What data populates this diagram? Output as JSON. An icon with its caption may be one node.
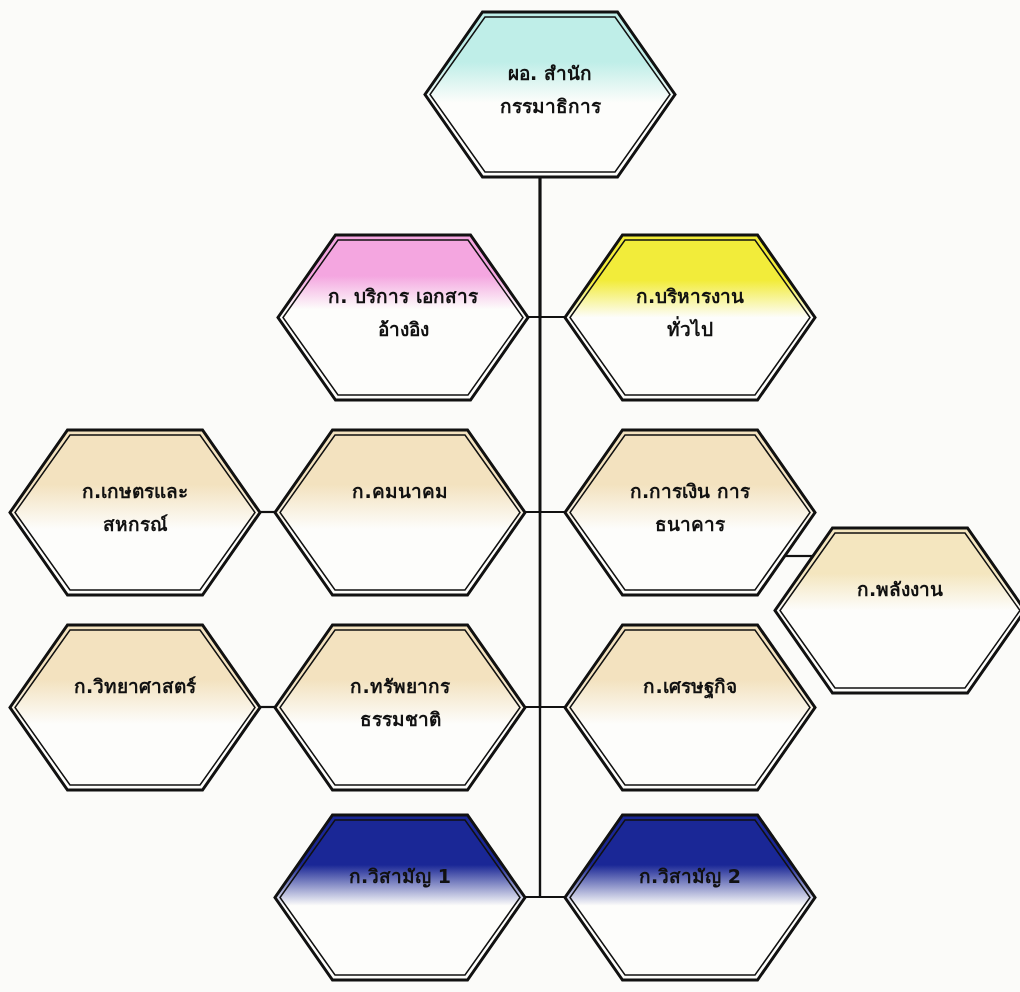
{
  "diagram": {
    "nodes": [
      {
        "text": [
          "ผอ. สำนัก กรรมาธิการ"
        ]
      },
      {
        "text": [
          "ก. บริการ เอกสารอ้างอิง"
        ]
      },
      {
        "text": [
          "ก.บริหารงาน ทั่วไป"
        ]
      },
      {
        "text": [
          "ก.เกษตรและ สหกรณ์"
        ]
      },
      {
        "text": [
          "ก.คมนาคม"
        ]
      },
      {
        "text": [
          "ก.การเงิน การธนาคาร"
        ]
      },
      {
        "text": [
          "ก.พลังงาน"
        ]
      },
      {
        "text": [
          "ก.วิทยาศาสตร์"
        ]
      },
      {
        "text": [
          "ก.ทรัพยากร ธรรมชาติ"
        ]
      },
      {
        "text": [
          "ก.เศรษฐกิจ"
        ]
      },
      {
        "text": [
          "ก.วิสามัญ 1"
        ]
      },
      {
        "text": [
          "ก.วิสามัญ 2"
        ]
      }
    ],
    "edges": [
      {
        "from": 0,
        "to": 1,
        "arrow": "none"
      },
      {
        "from": 0,
        "to": 2,
        "arrow": "none"
      },
      {
        "from": 0,
        "to": 4,
        "arrow": "none"
      },
      {
        "from": 0,
        "to": 5,
        "arrow": "none"
      },
      {
        "from": 0,
        "to": 8,
        "arrow": "none"
      },
      {
        "from": 0,
        "to": 9,
        "arrow": "none"
      },
      {
        "from": 0,
        "to": 10,
        "arrow": "none"
      },
      {
        "from": 0,
        "to": 11,
        "arrow": "none"
      },
      {
        "from": 4,
        "to": 3,
        "arrow": "none"
      },
      {
        "from": 5,
        "to": 6,
        "arrow": "none"
      },
      {
        "from": 8,
        "to": 7,
        "arrow": "none"
      }
    ]
  }
}
